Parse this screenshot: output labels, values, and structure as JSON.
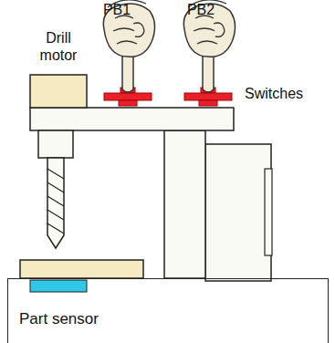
{
  "diagram": {
    "nodes": [
      {
        "text": [
          "Part sensor"
        ]
      }
    ],
    "labels": [
      "Drill motor",
      "PB1",
      "PB2",
      "Switches"
    ]
  }
}
